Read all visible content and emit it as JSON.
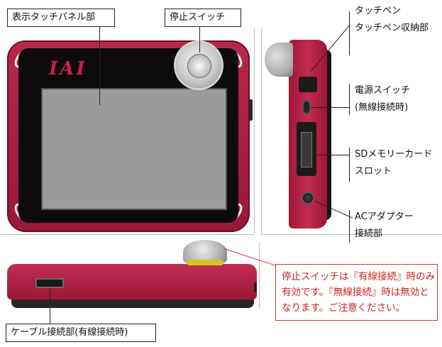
{
  "labels": {
    "display_panel": "表示タッチパネル部",
    "stop_switch": "停止スイッチ",
    "touch_pen_line1": "タッチペン",
    "touch_pen_line2": "タッチペン収納部",
    "power_switch_line1": "電源スイッチ",
    "power_switch_line2": "(無線接続時)",
    "sd_slot_line1": "SDメモリーカード",
    "sd_slot_line2": "スロット",
    "ac_adapter_line1": "ACアダプター",
    "ac_adapter_line2": "接続部",
    "cable_port": "ケーブル接続部(有線接続時)"
  },
  "device": {
    "logo": "IAI"
  },
  "note": {
    "line1": "停止スイッチは『有線接続』時のみ",
    "line2": "有効です。『無線接続』時は無効と",
    "line3": "なります。ご注意ください。"
  },
  "colors": {
    "body": "#b8284a",
    "note_text": "#c8231f",
    "note_border": "#d4342f",
    "screen": "#9b9b9b",
    "stop_button_ring": "#d6c41e"
  },
  "icons": [
    "stop-switch-icon",
    "power-switch-icon",
    "sd-card-icon",
    "ac-jack-icon",
    "cable-port-icon"
  ]
}
